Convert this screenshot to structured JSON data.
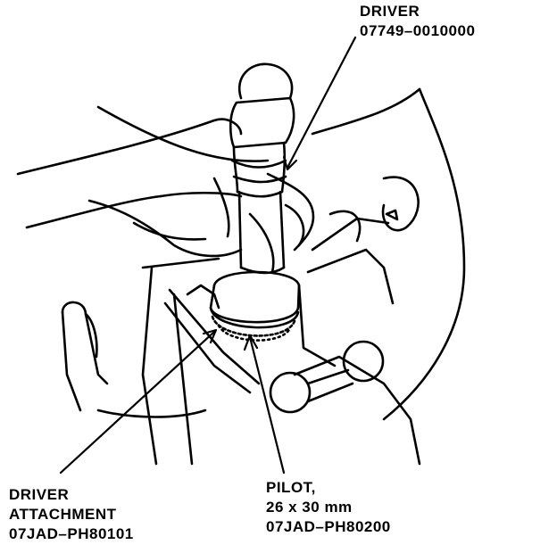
{
  "labels": {
    "driver": {
      "name": "DRIVER",
      "part_number": "07749–0010000"
    },
    "driver_attachment": {
      "line1": "DRIVER",
      "line2": "ATTACHMENT",
      "part_number": "07JAD–PH80101"
    },
    "pilot": {
      "line1": "PILOT,",
      "size": "26 x 30 mm",
      "part_number": "07JAD–PH80200"
    }
  }
}
